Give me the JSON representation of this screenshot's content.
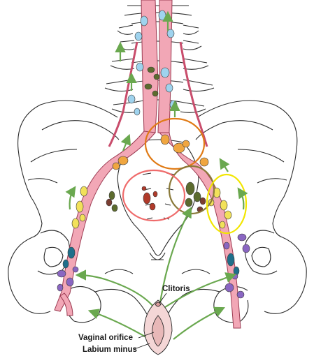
{
  "labels": {
    "clitoris": "Clitoris",
    "vaginal_orifice": "Vaginal orifice",
    "labium_minus": "Labium minus"
  },
  "colors": {
    "bone_outline": "#2a2a2a",
    "vessel": "#f2a7b6",
    "vessel_outline": "#9b3b52",
    "flow_arrow": "#6aa84f",
    "node_yellow": "#f2e15a",
    "node_orange": "#f0a640",
    "node_lightblue": "#9fd3ee",
    "node_darkgreen": "#5c6b2e",
    "node_brown": "#7a3d32",
    "node_darkred": "#b03a2a",
    "node_teal": "#1f6f8b",
    "node_purple": "#8a66c2",
    "circle_orange": "#e07b16",
    "circle_olive": "#8a7a3a",
    "circle_yellow": "#f2e600",
    "circle_red": "#ef6b6b"
  }
}
